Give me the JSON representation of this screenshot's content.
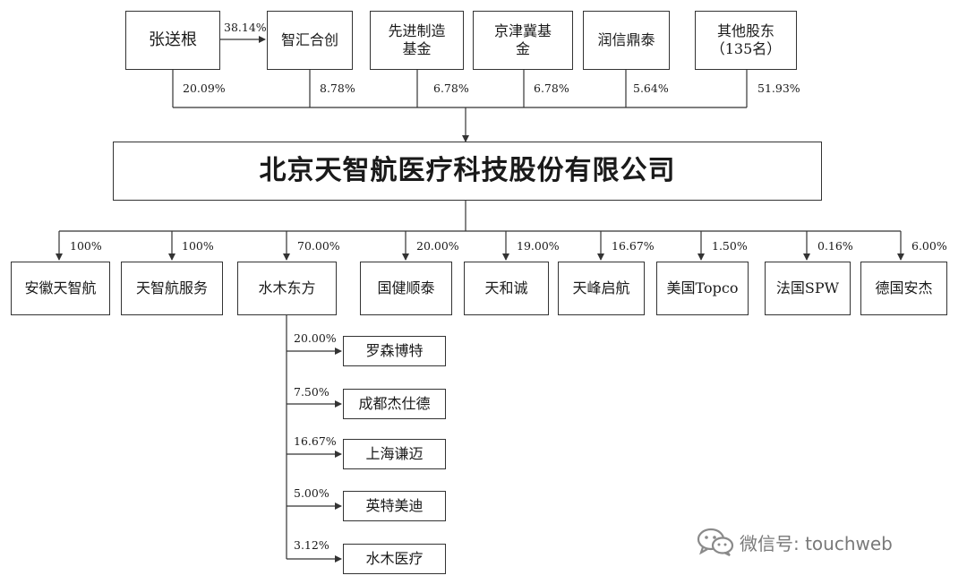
{
  "shareholders": [
    {
      "name": "张送根",
      "pct": "20.09%"
    },
    {
      "name": "智汇合创",
      "pct": "8.78%"
    },
    {
      "name": "先进制造\n基金",
      "pct": "6.78%"
    },
    {
      "name": "京津冀基\n金",
      "pct": "6.78%"
    },
    {
      "name": "润信鼎泰",
      "pct": "5.64%"
    },
    {
      "name": "其他股东\n（135名）",
      "pct": "51.93%"
    }
  ],
  "zhang_to_zhihui_pct": "38.14%",
  "company": "北京天智航医疗科技股份有限公司",
  "subsidiaries": [
    {
      "name": "安徽天智航",
      "pct": "100%"
    },
    {
      "name": "天智航服务",
      "pct": "100%"
    },
    {
      "name": "水木东方",
      "pct": "70.00%"
    },
    {
      "name": "国健顺泰",
      "pct": "20.00%"
    },
    {
      "name": "天和诚",
      "pct": "19.00%"
    },
    {
      "name": "天峰启航",
      "pct": "16.67%"
    },
    {
      "name": "美国Topco",
      "pct": "1.50%"
    },
    {
      "name": "法国SPW",
      "pct": "0.16%"
    },
    {
      "name": "德国安杰",
      "pct": "6.00%"
    }
  ],
  "shuimu_children": [
    {
      "name": "罗森博特",
      "pct": "20.00%"
    },
    {
      "name": "成都杰仕德",
      "pct": "7.50%"
    },
    {
      "name": "上海谦迈",
      "pct": "16.67%"
    },
    {
      "name": "英特美迪",
      "pct": "5.00%"
    },
    {
      "name": "水木医疗",
      "pct": "3.12%"
    }
  ],
  "watermark": {
    "label": "微信号: touchweb",
    "icon": "wechat-icon"
  }
}
